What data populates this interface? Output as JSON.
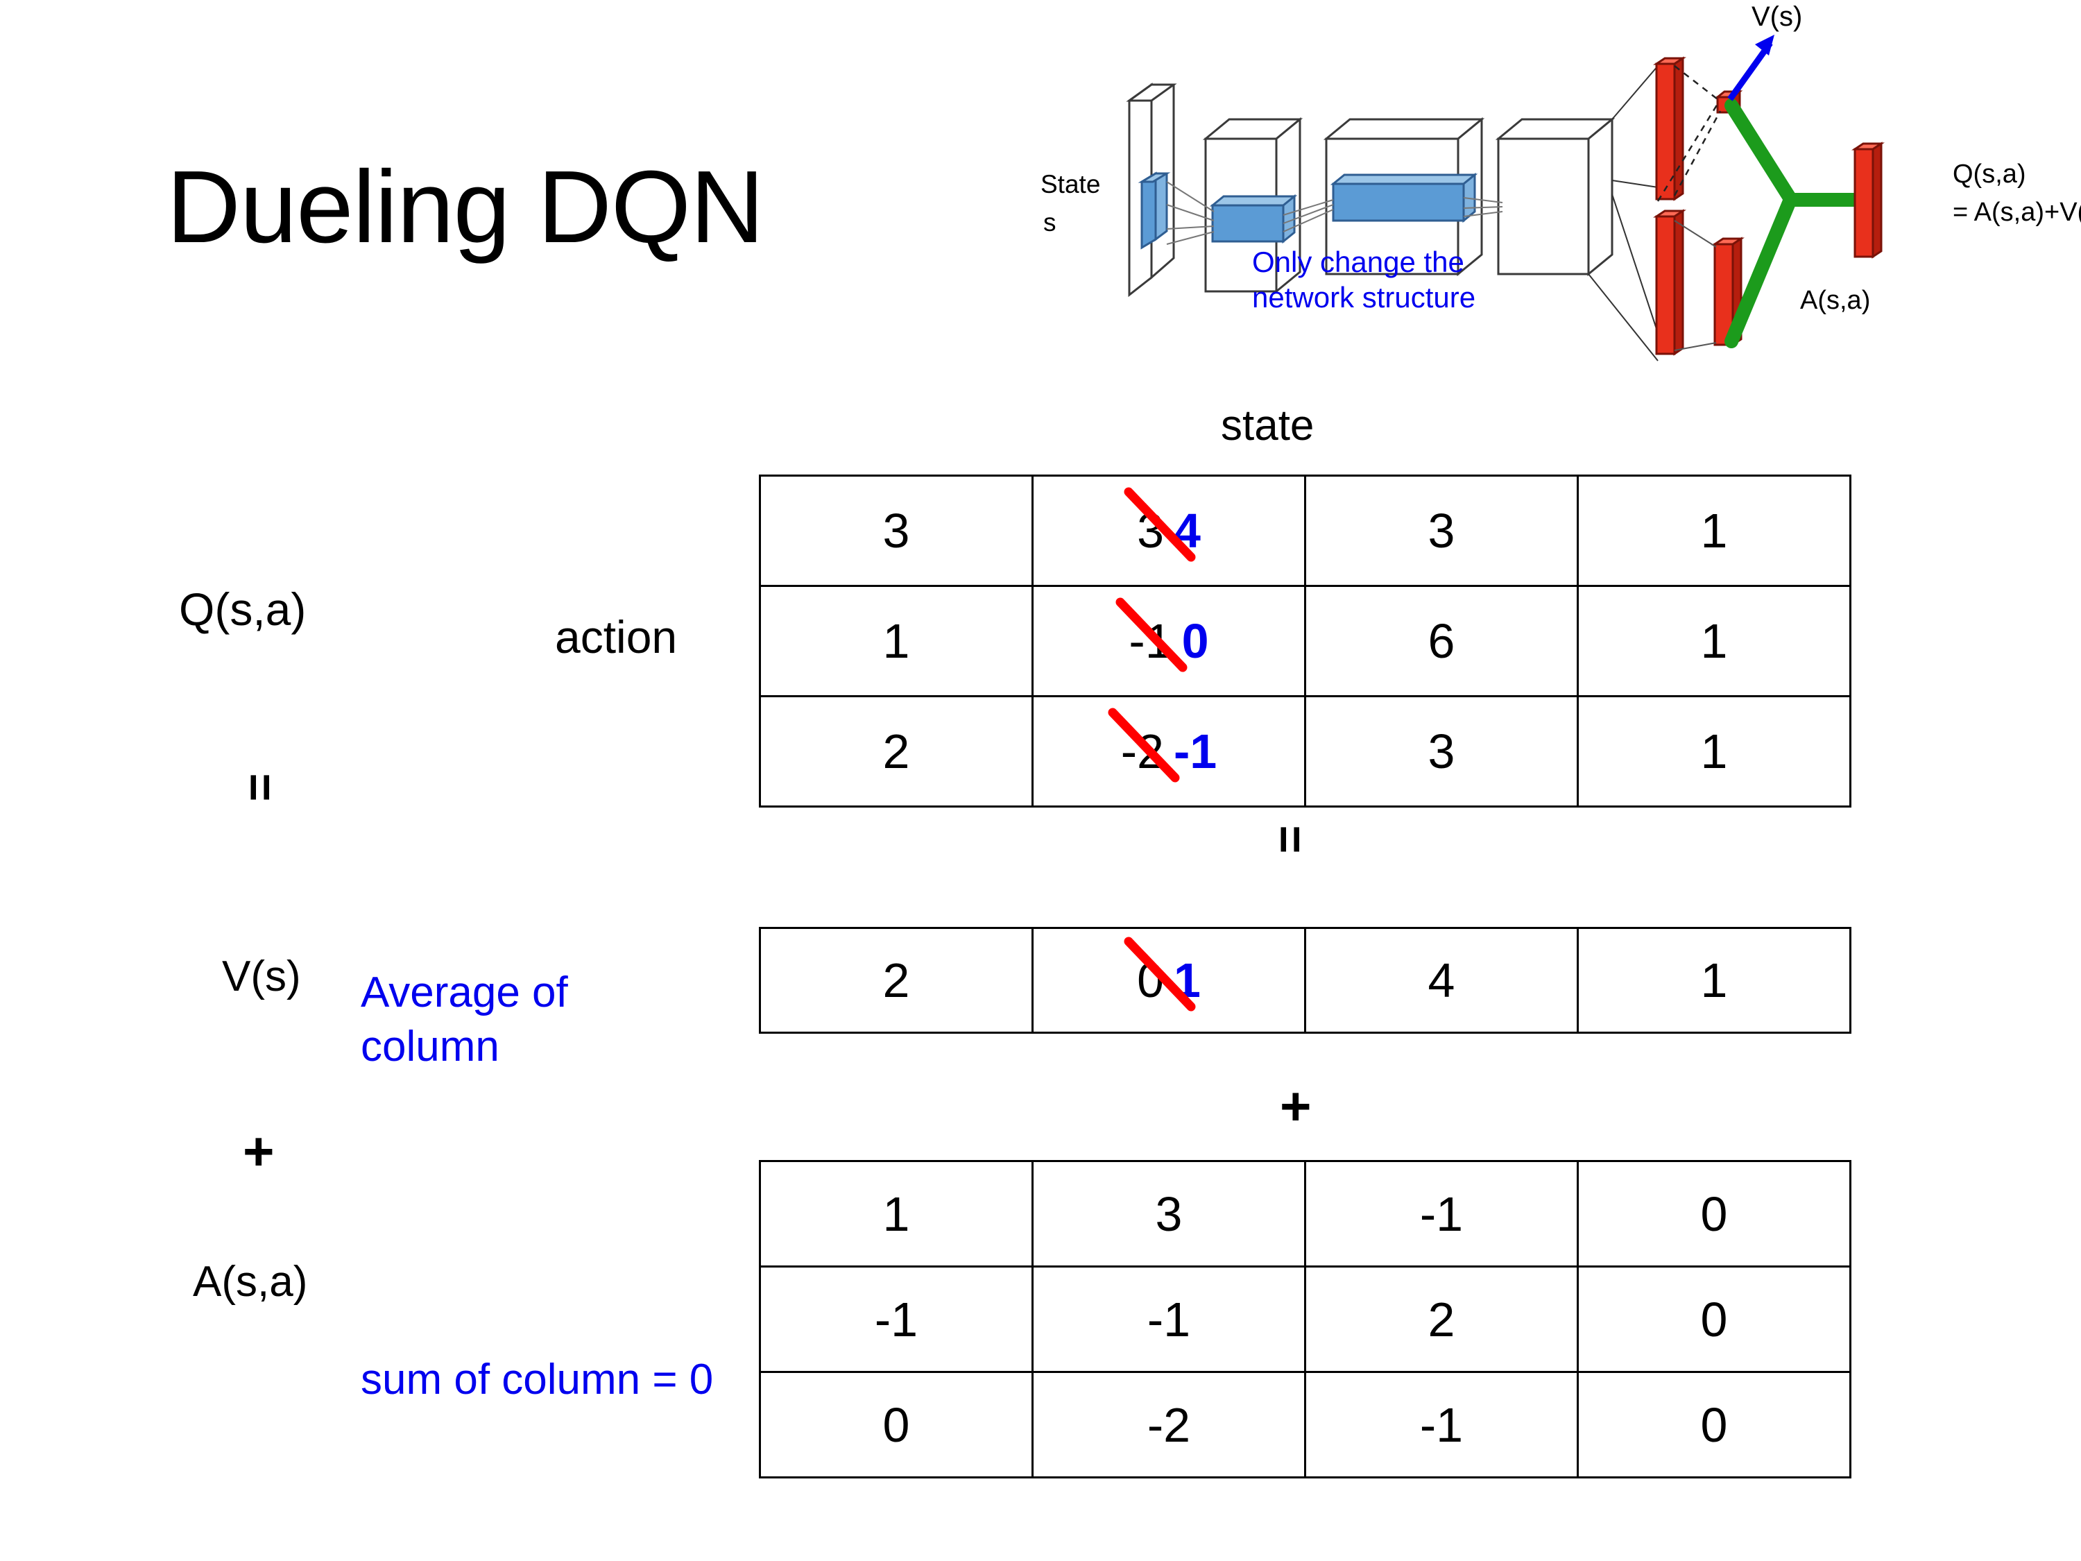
{
  "slide": {
    "title": "Dueling DQN"
  },
  "diagram": {
    "name": "dueling-dqn-network-architecture",
    "state_label": "State",
    "state_sub": "s",
    "value_output": "V(s)",
    "q_output": "Q(s,a)",
    "q_output_eq": "= A(s,a)+V(s)",
    "advantage_output": "A(s,a)",
    "note": "Only change the network structure",
    "note_color": "#0000EE",
    "bar_color": "#E8301C",
    "merge_color": "#1C9B1C",
    "arrow_color": "#0000EE",
    "slab_color": "#5B9BD5"
  },
  "axes": {
    "state_header": "state",
    "action_header": "action"
  },
  "labels": {
    "q": "Q(s,a)",
    "v": "V(s)",
    "a": "A(s,a)",
    "equals": "=",
    "plus": "+",
    "avg_note": "Average of column",
    "sum_note": "sum of column = 0"
  },
  "colors": {
    "edit_new": "#0000EE",
    "strike": "#FF0000",
    "text": "#000000",
    "grid": "#000000"
  },
  "chart_data": {
    "type": "table",
    "title": "Dueling DQN decomposition Q(s,a) = V(s) + A(s,a)",
    "xlabel": "state",
    "ylabel": "action",
    "tables": [
      {
        "name": "Q(s,a)",
        "rows": [
          [
            {
              "value": "3"
            },
            {
              "value": "3",
              "struck": true,
              "new_value": "4"
            },
            {
              "value": "3"
            },
            {
              "value": "1"
            }
          ],
          [
            {
              "value": "1"
            },
            {
              "value": "-1",
              "struck": true,
              "new_value": "0"
            },
            {
              "value": "6"
            },
            {
              "value": "1"
            }
          ],
          [
            {
              "value": "2"
            },
            {
              "value": "-2",
              "struck": true,
              "new_value": "-1"
            },
            {
              "value": "3"
            },
            {
              "value": "1"
            }
          ]
        ]
      },
      {
        "name": "V(s)",
        "rows": [
          [
            {
              "value": "2"
            },
            {
              "value": "0",
              "struck": true,
              "new_value": "1"
            },
            {
              "value": "4"
            },
            {
              "value": "1"
            }
          ]
        ]
      },
      {
        "name": "A(s,a)",
        "rows": [
          [
            {
              "value": "1"
            },
            {
              "value": "3"
            },
            {
              "value": "-1"
            },
            {
              "value": "0"
            }
          ],
          [
            {
              "value": "-1"
            },
            {
              "value": "-1"
            },
            {
              "value": "2"
            },
            {
              "value": "0"
            }
          ],
          [
            {
              "value": "0"
            },
            {
              "value": "-2"
            },
            {
              "value": "-1"
            },
            {
              "value": "0"
            }
          ]
        ]
      }
    ]
  }
}
